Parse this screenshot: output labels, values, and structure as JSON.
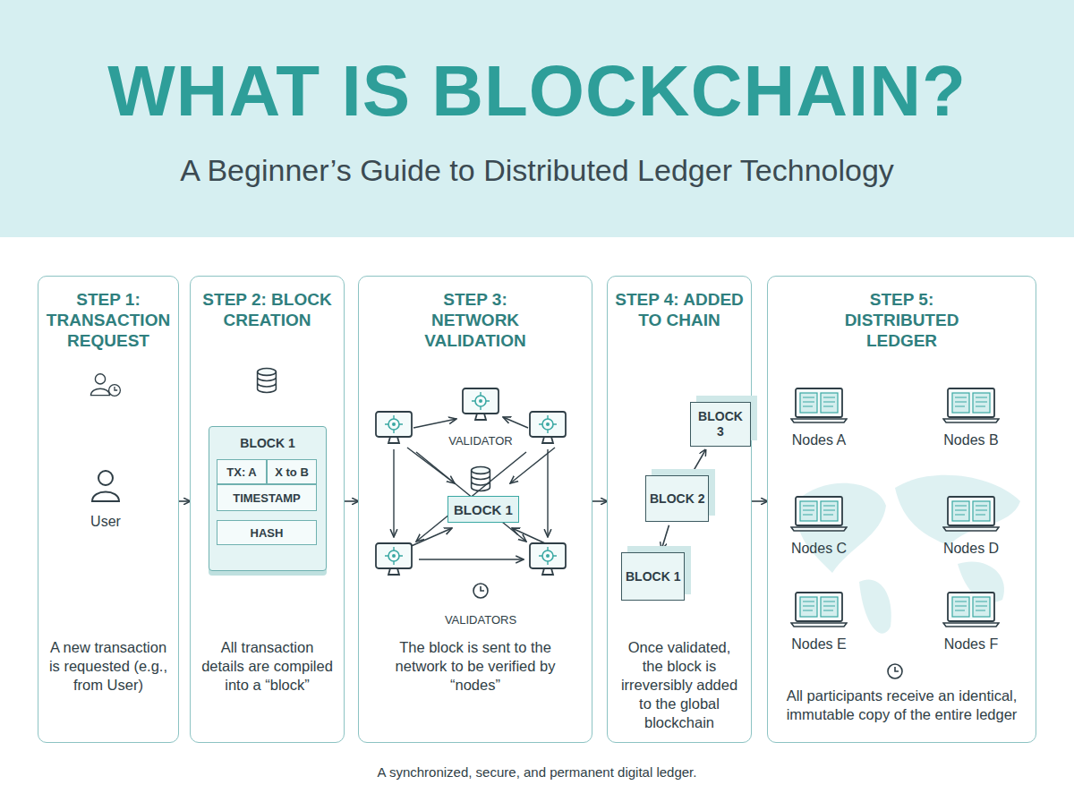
{
  "diagram": {
    "title": "WHAT IS BLOCKCHAIN?",
    "caption": "A synchronized, secure, and permanent digital ledger.",
    "nodes": [
      {
        "text": [
          "STEP 1: TRANSACTION REQUEST",
          "A new transaction is requested (e.g., from User)"
        ]
      },
      {
        "text": [
          "STEP 2: BLOCK CREATION",
          "All transaction details are compiled into a “block”"
        ]
      },
      {
        "text": [
          "BLOCK 1"
        ],
        "in": 1
      },
      {
        "text": [
          "TX: A"
        ],
        "in": 2
      },
      {
        "text": [
          "X to B"
        ],
        "in": 2
      },
      {
        "text": [
          "TIMESTAMP"
        ],
        "in": 2
      },
      {
        "text": [
          "HASH"
        ],
        "in": 2
      },
      {
        "text": [
          "STEP 3: NETWORK VALIDATION",
          "The block is sent to the network to be verified by “nodes”"
        ]
      },
      {
        "text": [
          "BLOCK 1"
        ],
        "in": 7
      },
      {
        "text": [
          "STEP 4: ADDED TO CHAIN",
          "Once validated, the block is irreversibly added to the global blockchain"
        ]
      },
      {
        "text": [
          "BLOCK 3"
        ],
        "in": 9
      },
      {
        "text": [
          "BLOCK 2"
        ],
        "in": 9
      },
      {
        "text": [
          "BLOCK 1"
        ],
        "in": 9
      },
      {
        "text": [
          "STEP 5: DISTRIBUTED LEDGER",
          "All participants receive an identical, immutable copy of the entire ledger"
        ]
      }
    ],
    "edges": [
      {
        "from": 0,
        "to": 1,
        "arrow": "to"
      },
      {
        "from": 1,
        "to": 7,
        "arrow": "to"
      },
      {
        "from": 7,
        "to": 9,
        "arrow": "to"
      },
      {
        "from": 9,
        "to": 13,
        "arrow": "to"
      },
      {
        "from": 11,
        "to": 12,
        "arrow": "to"
      },
      {
        "from": 11,
        "to": 10,
        "arrow": "to"
      }
    ],
    "labels": [
      "A Beginner’s Guide to Distributed Ledger Technology",
      "User",
      "VALIDATOR",
      "VALIDATORS",
      "Nodes A",
      "Nodes B",
      "Nodes C",
      "Nodes D",
      "Nodes E",
      "Nodes F"
    ]
  }
}
